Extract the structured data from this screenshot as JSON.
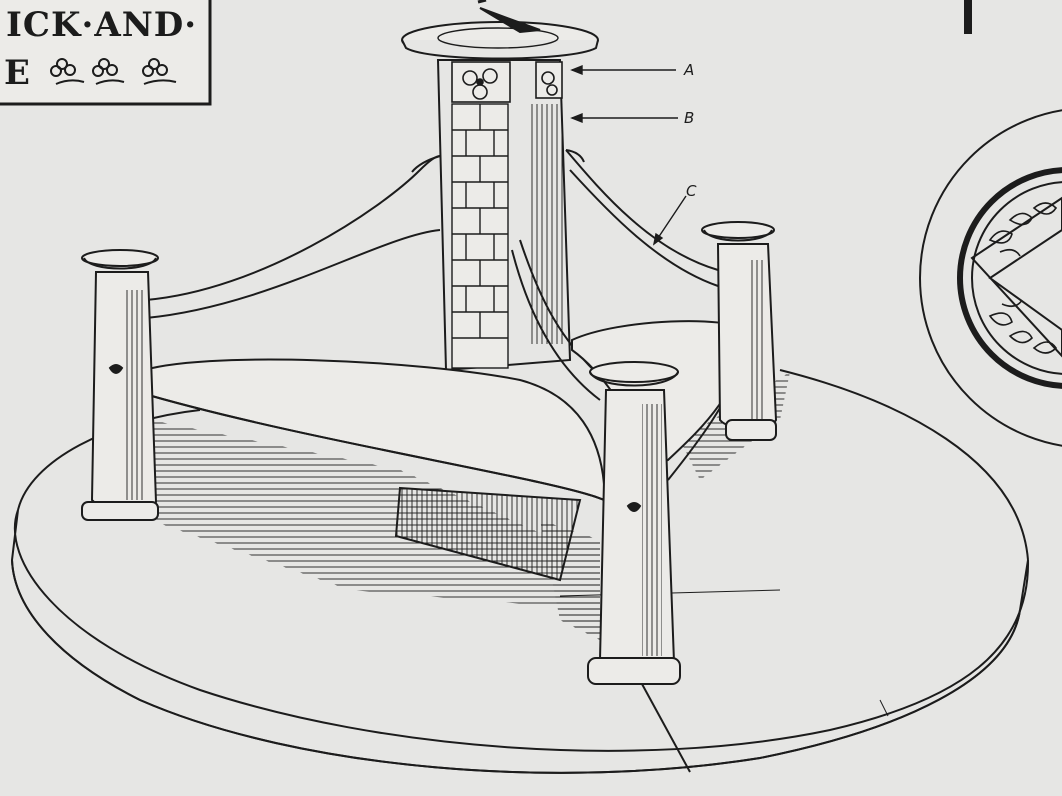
{
  "plate": {
    "title_line_1": "ICK·AND·",
    "title_line_2": "E"
  },
  "callouts": [
    {
      "label": "A",
      "target": "carved frieze panel"
    },
    {
      "label": "B",
      "target": "brick pillar"
    },
    {
      "label": "C",
      "target": "curved seat back rail"
    }
  ],
  "colors": {
    "paper": "#e6e6e4",
    "ink": "#1c1c1c"
  }
}
